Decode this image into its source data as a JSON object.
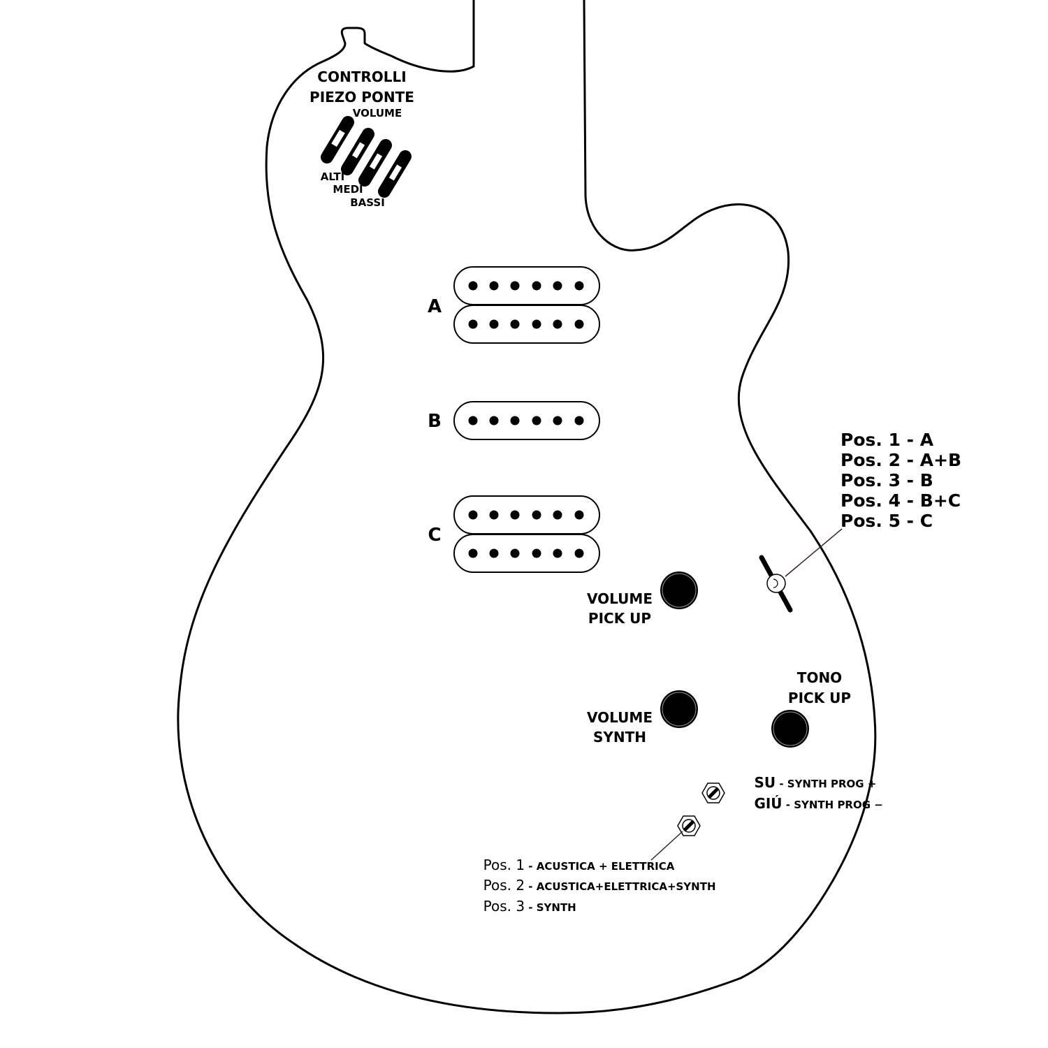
{
  "piezo": {
    "title_line1": "CONTROLLI",
    "title_line2": "PIEZO PONTE",
    "volume": "VOLUME",
    "alti": "ALTI",
    "medi": "MEDI",
    "bassi": "BASSI"
  },
  "pickups": {
    "a": "A",
    "b": "B",
    "c": "C"
  },
  "selector": {
    "pos1": "Pos. 1 - A",
    "pos2": "Pos. 2 - A+B",
    "pos3": "Pos. 3 - B",
    "pos4": "Pos. 4 - B+C",
    "pos5": "Pos. 5 - C"
  },
  "knobs": {
    "volume_pickup_1": "VOLUME",
    "volume_pickup_2": "PICK UP",
    "volume_synth_1": "VOLUME",
    "volume_synth_2": "SYNTH",
    "tono_pickup_1": "TONO",
    "tono_pickup_2": "PICK UP"
  },
  "synth_switch": {
    "su_key": "SU",
    "su_value": " - SYNTH PROG +",
    "giu_key": "GIÚ",
    "giu_value": " - SYNTH PROG −"
  },
  "mode_switch": {
    "pos1_key": "Pos. 1",
    "pos1_value": " - ACUSTICA + ELETTRICA",
    "pos2_key": "Pos. 2",
    "pos2_value": " - ACUSTICA+ELETTRICA+SYNTH",
    "pos3_key": "Pos. 3",
    "pos3_value": " - SYNTH"
  }
}
